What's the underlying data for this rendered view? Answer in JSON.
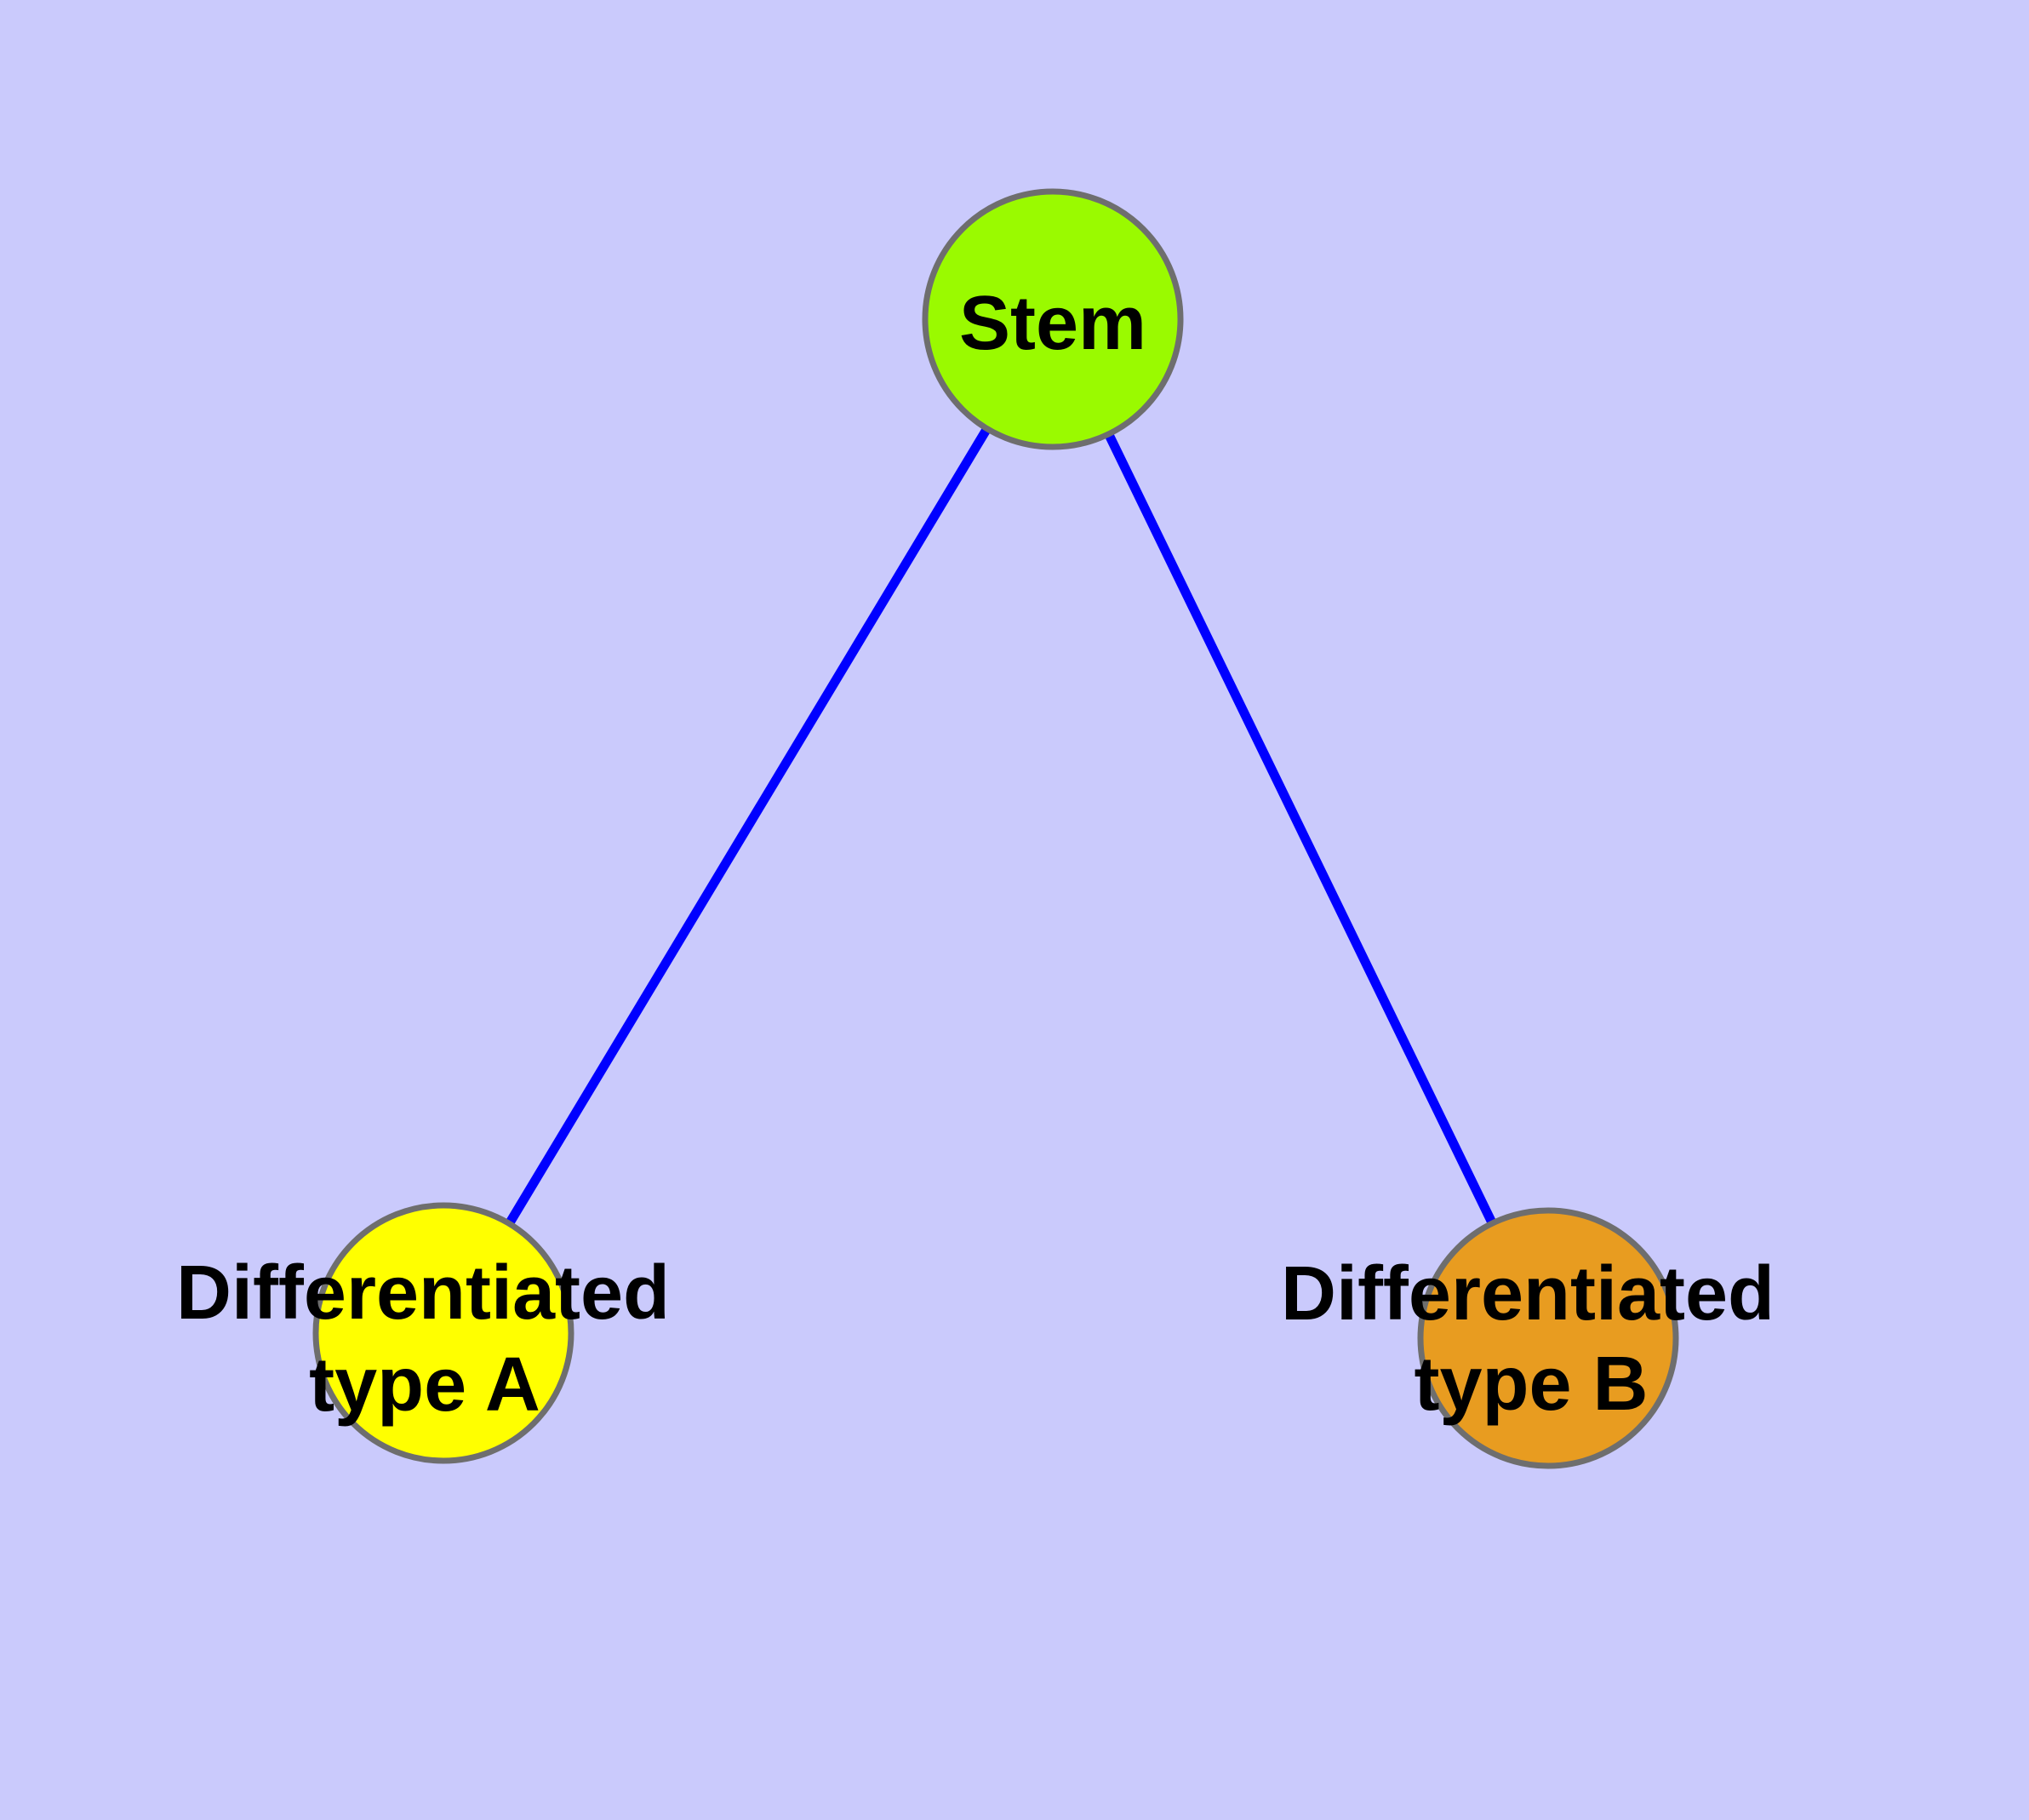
{
  "diagram": {
    "background_color": "#CACAFC",
    "edge_color": "#0000FF",
    "node_border_color": "#6E6E6E",
    "label_color": "#000000",
    "nodes": [
      {
        "id": "stem",
        "lines": [
          "Stem"
        ],
        "fill": "#9AFA00"
      },
      {
        "id": "differentiated-type-a",
        "lines": [
          "Differentiated",
          "type A"
        ],
        "fill": "#FFFF00"
      },
      {
        "id": "differentiated-type-b",
        "lines": [
          "Differentiated",
          "type B"
        ],
        "fill": "#E89C20"
      }
    ],
    "edges": [
      {
        "from": "stem",
        "to": "differentiated-type-a"
      },
      {
        "from": "stem",
        "to": "differentiated-type-b"
      }
    ]
  }
}
